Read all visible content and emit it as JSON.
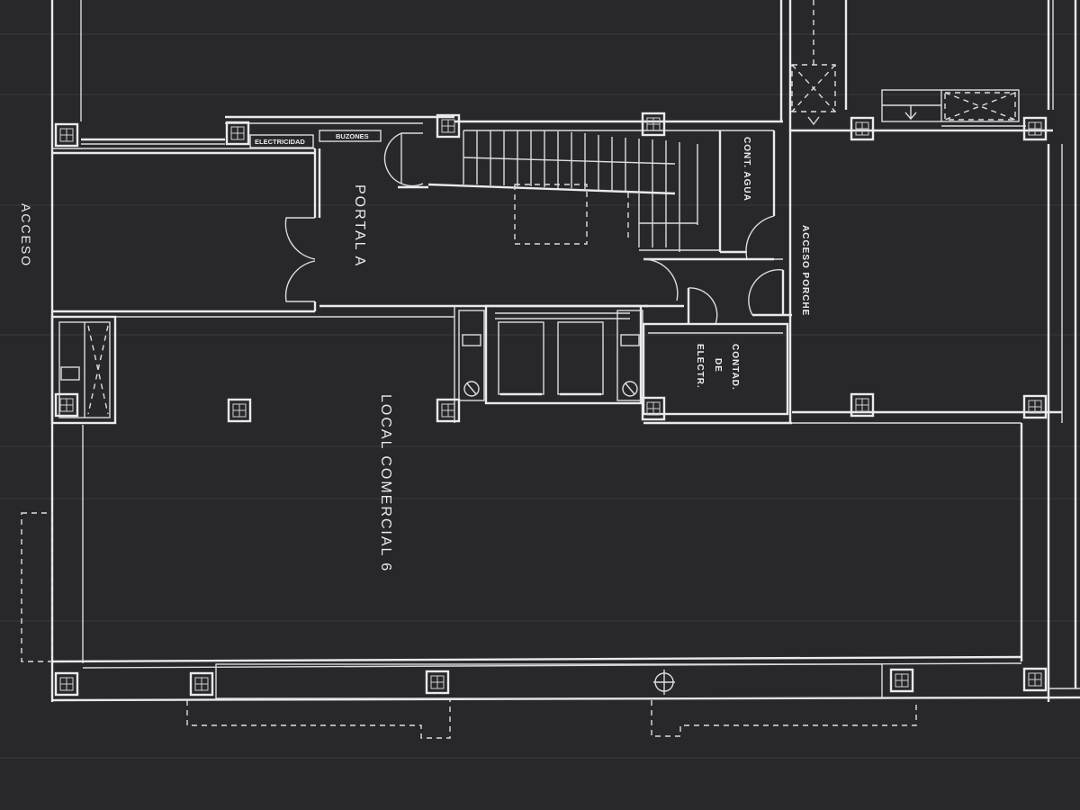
{
  "labels": {
    "acceso": "ACCESO",
    "portal": "PORTAL A",
    "local": "LOCAL COMERCIAL 6",
    "acceso_porche": "ACCESO PORCHE",
    "cont_agua": "CONT. AGUA",
    "contad_line1": "CONTAD.",
    "contad_line2": "DE",
    "contad_line3": "ELECTR.",
    "electricidad": "ELECTRICIDAD",
    "buzones": "BUZONES"
  },
  "colors": {
    "background": "#28282b",
    "lines": "#e9e9ee"
  }
}
